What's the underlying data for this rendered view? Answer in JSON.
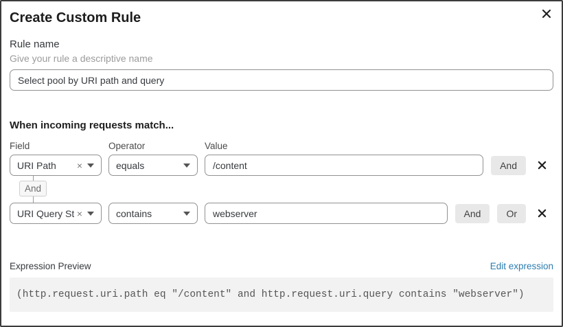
{
  "dialog": {
    "title": "Create Custom Rule"
  },
  "rule_name": {
    "label": "Rule name",
    "help": "Give your rule a descriptive name",
    "value": "Select pool by URI path and query"
  },
  "match": {
    "heading": "When incoming requests match...",
    "columns": {
      "field": "Field",
      "operator": "Operator",
      "value": "Value"
    },
    "connector_label": "And",
    "rows": [
      {
        "field": "URI Path",
        "operator": "equals",
        "value": "/content",
        "buttons": {
          "and": "And"
        }
      },
      {
        "field": "URI Query St...",
        "operator": "contains",
        "value": "webserver",
        "buttons": {
          "and": "And",
          "or": "Or"
        }
      }
    ]
  },
  "expression": {
    "label": "Expression Preview",
    "edit_link": "Edit expression",
    "code": "(http.request.uri.path eq \"/content\" and http.request.uri.query contains \"webserver\")"
  },
  "icons": {
    "clear": "×"
  },
  "colors": {
    "link_blue": "#2c7cb0",
    "button_gray": "#e8e8e8",
    "border_gray": "#919191",
    "code_bg": "#f2f2f2",
    "dialog_border": "#3c3c3c"
  }
}
